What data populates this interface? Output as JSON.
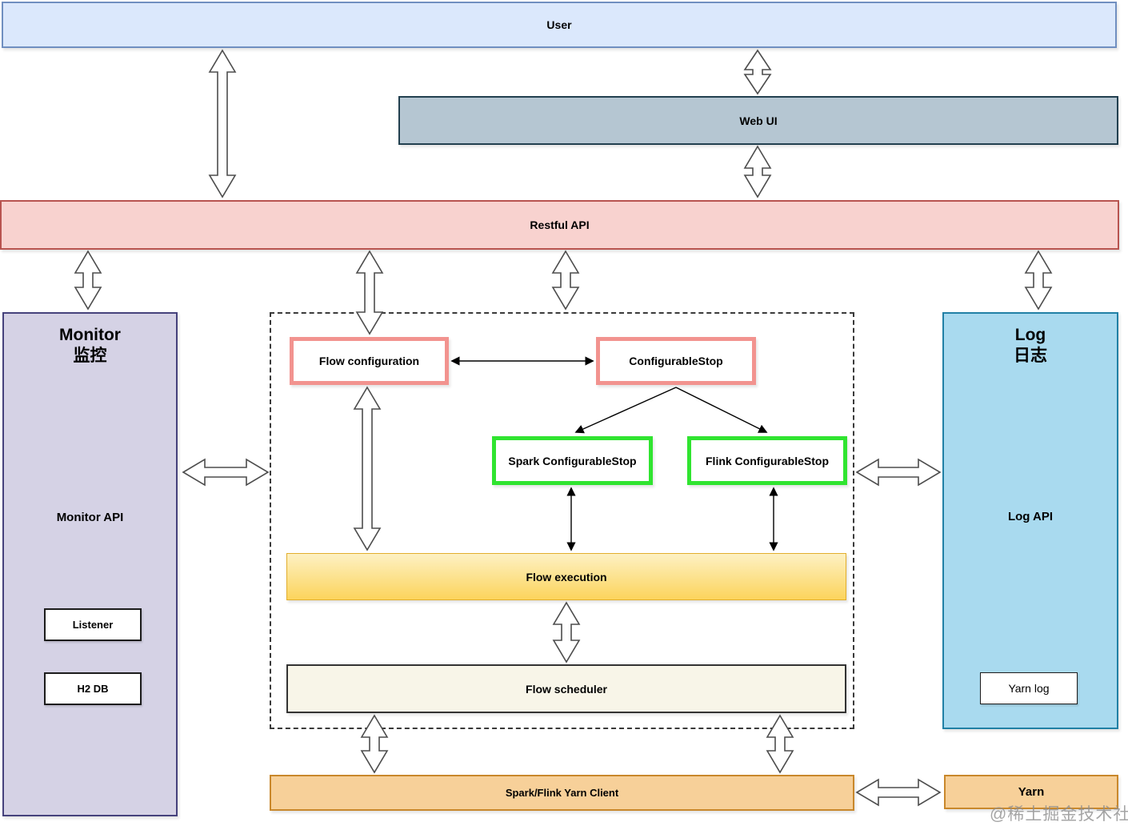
{
  "diagram": {
    "user_bar": {
      "label": "User"
    },
    "web_ui_bar": {
      "label": "Web UI"
    },
    "restful_bar": {
      "label": "Restful API"
    },
    "monitor_panel": {
      "title_en": "Monitor",
      "title_zh": "监控",
      "api_label": "Monitor API",
      "listener_label": "Listener",
      "h2db_label": "H2 DB"
    },
    "pipeline": {
      "flow_configuration": "Flow configuration",
      "configurable_stop": "ConfigurableStop",
      "spark_configurable_stop": "Spark ConfigurableStop",
      "flink_configurable_stop": "Flink ConfigurableStop",
      "flow_execution": "Flow execution",
      "flow_scheduler": "Flow scheduler"
    },
    "log_panel": {
      "title_en": "Log",
      "title_zh": "日志",
      "api_label": "Log API",
      "yarn_log_label": "Yarn log"
    },
    "yarn_client_bar": {
      "label": "Spark/Flink Yarn Client"
    },
    "yarn_bar": {
      "label": "Yarn"
    },
    "watermark": "@稀土掘金技术社区"
  },
  "colors": {
    "user_fill": "#DBE8FC",
    "user_border": "#708FC0",
    "webui_fill": "#B5C6D2",
    "webui_border": "#22404F",
    "restful_fill": "#F8D2CF",
    "restful_border": "#B85450",
    "monitor_fill": "#D5D2E5",
    "monitor_border": "#46427C",
    "log_fill": "#A9DAEF",
    "log_border": "#2180A5",
    "stop_border_pink": "#F2938F",
    "stop_border_green": "#30E430",
    "exec_gradient_top": "#FDF1C3",
    "exec_gradient_bottom": "#FCD45C",
    "scheduler_fill": "#F8F5E8",
    "orange_fill": "#F7D099",
    "orange_border": "#C9882C"
  }
}
